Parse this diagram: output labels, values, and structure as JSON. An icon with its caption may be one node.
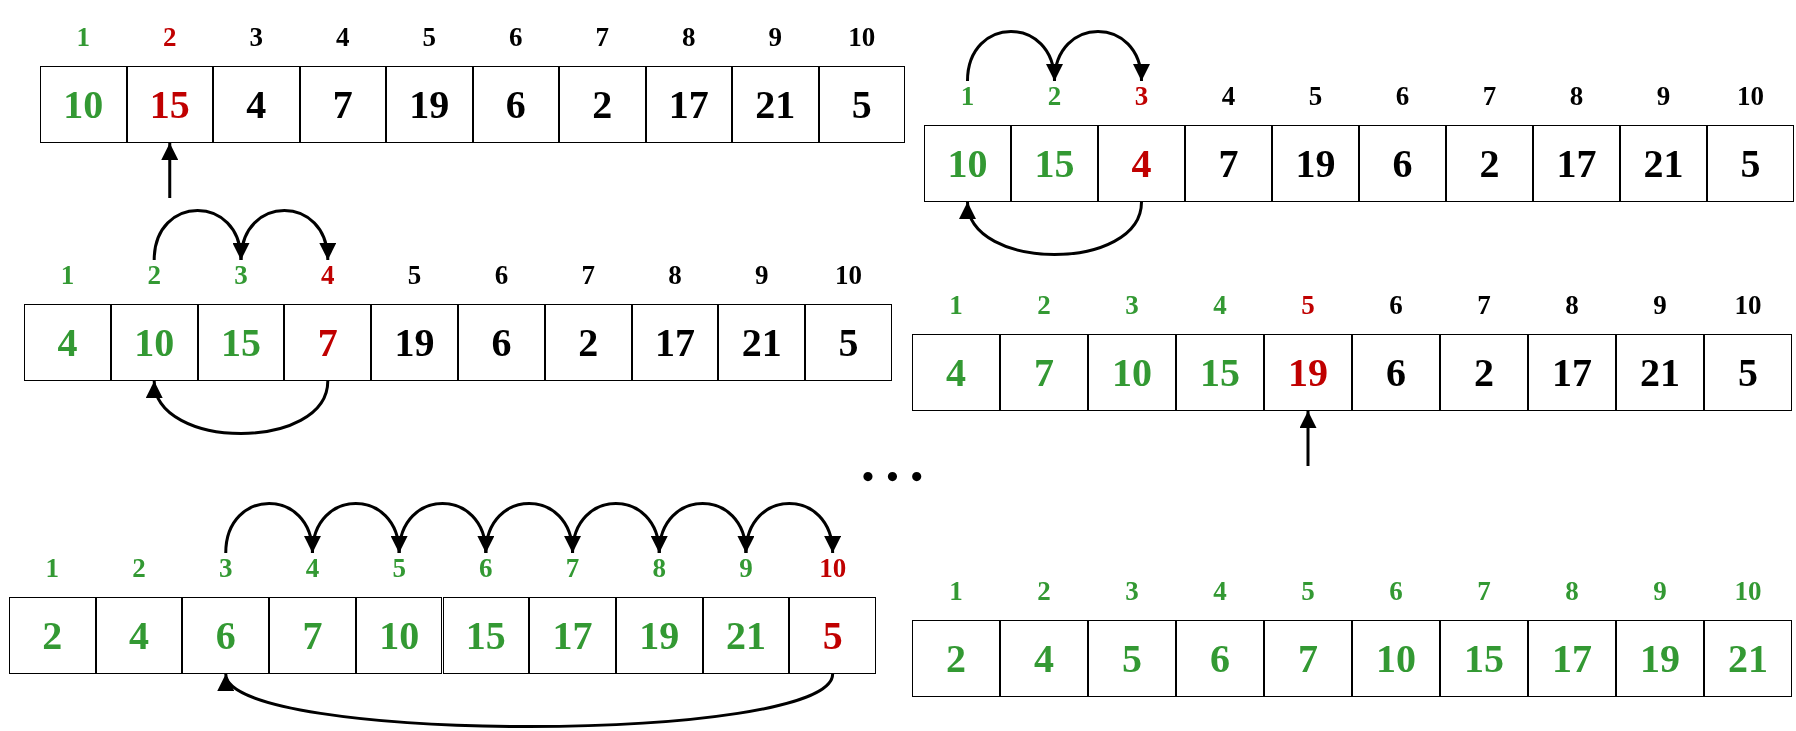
{
  "diagram": {
    "nodes": [
      {
        "text": [
          "1",
          "10"
        ]
      },
      {
        "text": [
          "2",
          "15"
        ]
      },
      {
        "text": [
          "3",
          "4"
        ]
      },
      {
        "text": [
          "4",
          "7"
        ]
      },
      {
        "text": [
          "5",
          "19"
        ]
      },
      {
        "text": [
          "6",
          "6"
        ]
      },
      {
        "text": [
          "7",
          "2"
        ]
      },
      {
        "text": [
          "8",
          "17"
        ]
      },
      {
        "text": [
          "9",
          "21"
        ]
      },
      {
        "text": [
          "10",
          "5"
        ]
      },
      {
        "text": [
          "1",
          "10"
        ]
      },
      {
        "text": [
          "2",
          "15"
        ]
      },
      {
        "text": [
          "3",
          "4"
        ]
      },
      {
        "text": [
          "4",
          "7"
        ]
      },
      {
        "text": [
          "5",
          "19"
        ]
      },
      {
        "text": [
          "6",
          "6"
        ]
      },
      {
        "text": [
          "7",
          "2"
        ]
      },
      {
        "text": [
          "8",
          "17"
        ]
      },
      {
        "text": [
          "9",
          "21"
        ]
      },
      {
        "text": [
          "10",
          "5"
        ]
      },
      {
        "text": [
          "1",
          "4"
        ]
      },
      {
        "text": [
          "2",
          "10"
        ]
      },
      {
        "text": [
          "3",
          "15"
        ]
      },
      {
        "text": [
          "4",
          "7"
        ]
      },
      {
        "text": [
          "5",
          "19"
        ]
      },
      {
        "text": [
          "6",
          "6"
        ]
      },
      {
        "text": [
          "7",
          "2"
        ]
      },
      {
        "text": [
          "8",
          "17"
        ]
      },
      {
        "text": [
          "9",
          "21"
        ]
      },
      {
        "text": [
          "10",
          "5"
        ]
      },
      {
        "text": [
          "1",
          "4"
        ]
      },
      {
        "text": [
          "2",
          "7"
        ]
      },
      {
        "text": [
          "3",
          "10"
        ]
      },
      {
        "text": [
          "4",
          "15"
        ]
      },
      {
        "text": [
          "5",
          "19"
        ]
      },
      {
        "text": [
          "6",
          "6"
        ]
      },
      {
        "text": [
          "7",
          "2"
        ]
      },
      {
        "text": [
          "8",
          "17"
        ]
      },
      {
        "text": [
          "9",
          "21"
        ]
      },
      {
        "text": [
          "10",
          "5"
        ]
      },
      {
        "text": [
          "1",
          "2"
        ]
      },
      {
        "text": [
          "2",
          "4"
        ]
      },
      {
        "text": [
          "3",
          "6"
        ]
      },
      {
        "text": [
          "4",
          "7"
        ]
      },
      {
        "text": [
          "5",
          "10"
        ]
      },
      {
        "text": [
          "6",
          "15"
        ]
      },
      {
        "text": [
          "7",
          "17"
        ]
      },
      {
        "text": [
          "8",
          "19"
        ]
      },
      {
        "text": [
          "9",
          "21"
        ]
      },
      {
        "text": [
          "10",
          "5"
        ]
      },
      {
        "text": [
          "1",
          "2"
        ]
      },
      {
        "text": [
          "2",
          "4"
        ]
      },
      {
        "text": [
          "3",
          "5"
        ]
      },
      {
        "text": [
          "4",
          "6"
        ]
      },
      {
        "text": [
          "5",
          "7"
        ]
      },
      {
        "text": [
          "6",
          "10"
        ]
      },
      {
        "text": [
          "7",
          "15"
        ]
      },
      {
        "text": [
          "8",
          "17"
        ]
      },
      {
        "text": [
          "9",
          "19"
        ]
      },
      {
        "text": [
          "10",
          "21"
        ]
      }
    ],
    "edges": [
      {
        "from": null,
        "to": 1,
        "arrow": "to"
      },
      {
        "from": 10,
        "to": 11,
        "arrow": "to"
      },
      {
        "from": 11,
        "to": 12,
        "arrow": "to"
      },
      {
        "from": 12,
        "to": 10,
        "arrow": "to"
      },
      {
        "from": 21,
        "to": 22,
        "arrow": "to"
      },
      {
        "from": 22,
        "to": 23,
        "arrow": "to"
      },
      {
        "from": 23,
        "to": 21,
        "arrow": "to"
      },
      {
        "from": null,
        "to": 34,
        "arrow": "to"
      },
      {
        "from": 42,
        "to": 43,
        "arrow": "to"
      },
      {
        "from": 43,
        "to": 44,
        "arrow": "to"
      },
      {
        "from": 44,
        "to": 45,
        "arrow": "to"
      },
      {
        "from": 45,
        "to": 46,
        "arrow": "to"
      },
      {
        "from": 46,
        "to": 47,
        "arrow": "to"
      },
      {
        "from": 47,
        "to": 48,
        "arrow": "to"
      },
      {
        "from": 48,
        "to": 49,
        "arrow": "to"
      },
      {
        "from": 49,
        "to": 42,
        "arrow": "to"
      }
    ],
    "labels": [
      "• • •"
    ]
  }
}
